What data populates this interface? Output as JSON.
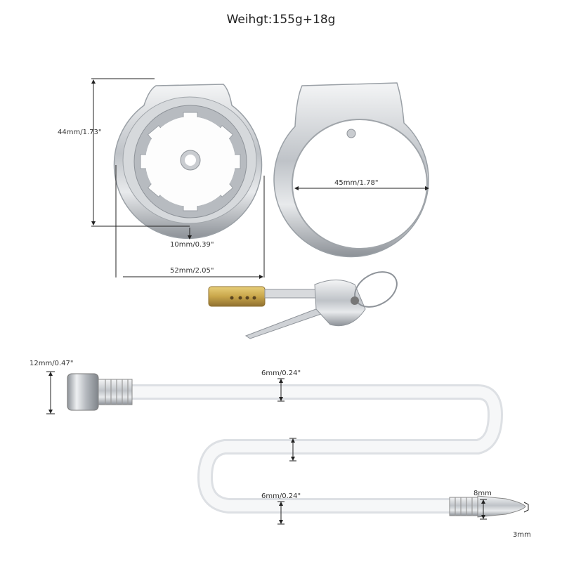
{
  "title": "Weihgt:155g+18g",
  "dimensions": {
    "cage_height": "44mm/1.73\"",
    "cage_depth": "10mm/0.39\"",
    "cage_width": "52mm/2.05\"",
    "ring_diameter": "45mm/1.78\"",
    "tube_head": "12mm/0.47\"",
    "tube_top": "6mm/0.24\"",
    "tube_bottom": "6mm/0.24\"",
    "tip_diameter": "8mm",
    "tip_opening": "3mm"
  },
  "colors": {
    "metal": "#c9ccd0",
    "metal_dark": "#8e9399",
    "brass": "#c9a64a",
    "tube": "#eef0f2",
    "line": "#222222"
  }
}
